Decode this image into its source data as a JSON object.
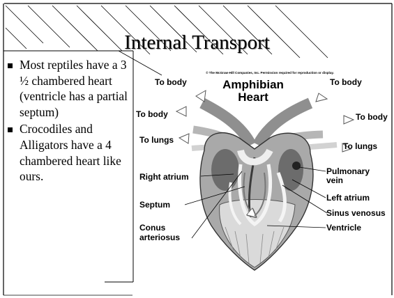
{
  "slide": {
    "title": "Internal Transport",
    "bullets": [
      {
        "text": "Most reptiles have a   3 ½ chambered heart (ventricle has a partial septum)"
      },
      {
        "text": "Crocodiles and Alligators have a 4 chambered heart like ours."
      }
    ]
  },
  "figure": {
    "copyright": "© The McGraw-Hill Companies, Inc. Permission required for reproduction or display.",
    "heading_line1": "Amphibian",
    "heading_line2": "Heart",
    "labels": {
      "to_body_top_left": "To body",
      "to_body_top_right": "To body",
      "to_body_mid_left": "To body",
      "to_body_mid_right": "To body",
      "to_lungs_left": "To lungs",
      "to_lungs_right": "To lungs",
      "right_atrium": "Right atrium",
      "septum": "Septum",
      "conus_line1": "Conus",
      "conus_line2": "arteriosus",
      "pulmonary_line1": "Pulmonary",
      "pulmonary_line2": "vein",
      "left_atrium": "Left atrium",
      "sinus_venosus": "Sinus venosus",
      "ventricle": "Ventricle"
    }
  }
}
